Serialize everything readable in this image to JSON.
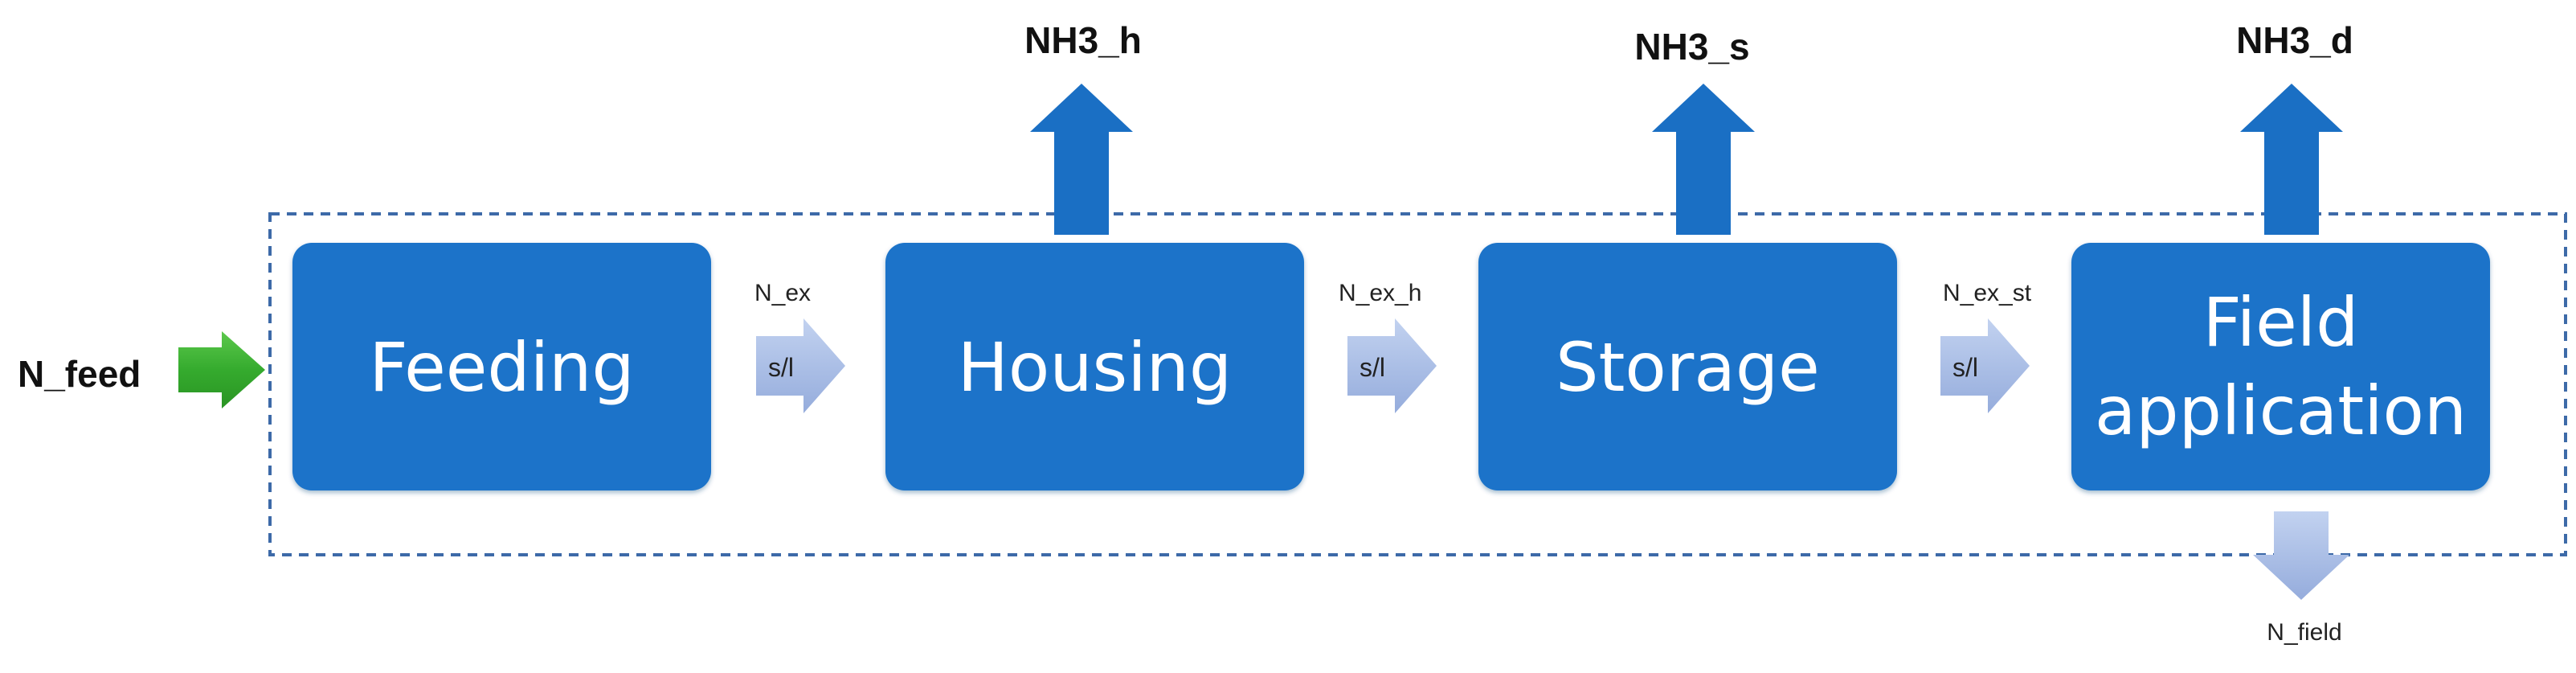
{
  "input": {
    "label": "N_feed",
    "color": "#3cb034"
  },
  "stages": [
    {
      "label": "Feeding"
    },
    {
      "label": "Housing"
    },
    {
      "label": "Storage"
    },
    {
      "label_line1": "Field",
      "label_line2": "application"
    }
  ],
  "transfers": [
    {
      "flow": "N_ex",
      "type": "s/l"
    },
    {
      "flow": "N_ex_h",
      "type": "s/l"
    },
    {
      "flow": "N_ex_st",
      "type": "s/l"
    }
  ],
  "emissions": [
    {
      "label": "NH3_h"
    },
    {
      "label": "NH3_s"
    },
    {
      "label": "NH3_d"
    }
  ],
  "output": {
    "label": "N_field"
  },
  "colors": {
    "stage_fill": "#1a73c9",
    "emission_arrow": "#1a6fc4",
    "transfer_arrow": "#a9bde6",
    "boundary": "#3d6aa8"
  }
}
